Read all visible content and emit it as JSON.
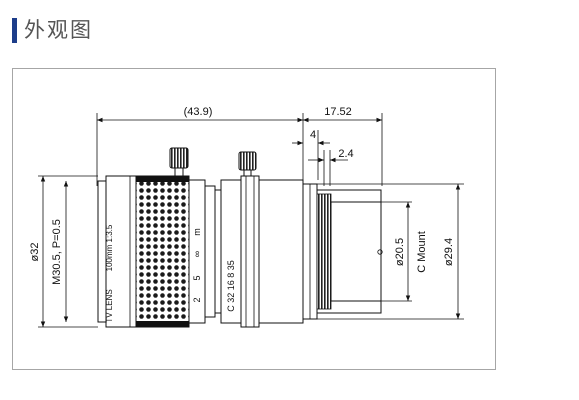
{
  "header": {
    "title": "外观图",
    "accent_color": "#1d3d8a"
  },
  "drawing": {
    "dimensions": {
      "overall_length": "(43.9)",
      "flange_length": "17.52",
      "dim_4": "4",
      "dim_2_4": "2.4",
      "front_diameter": "ø32",
      "front_thread": "M30.5, P=0.5",
      "rear_diameter": "ø29.4",
      "mount_diameter": "ø20.5",
      "mount_type": "C Mount"
    },
    "lens_markings": {
      "spec": "100mm 1:3.5",
      "brand": "TV LENS",
      "focus_scale": [
        "2",
        "5",
        "∞",
        "m"
      ],
      "aperture_scale": "C 32 16 8 35"
    },
    "line_color": "#111111"
  }
}
